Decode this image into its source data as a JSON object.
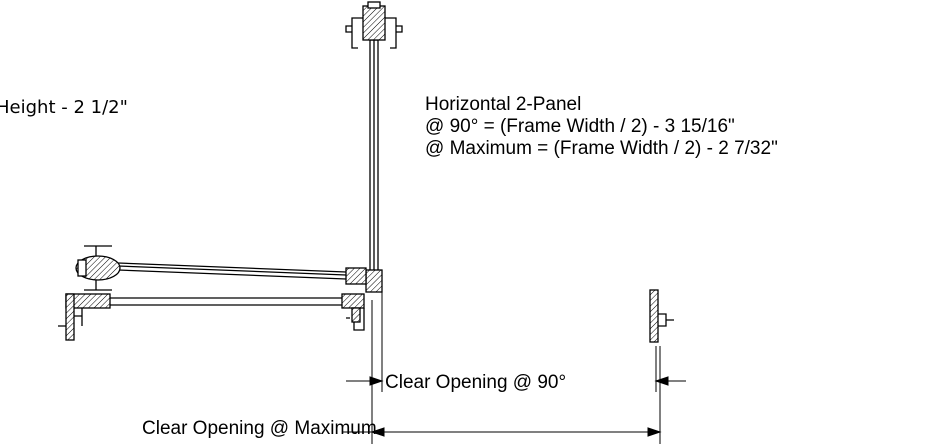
{
  "notes": {
    "left_fragment": "Height - 2 1/2\"",
    "right": {
      "title": "Horizontal 2-Panel",
      "line_90": "@ 90° = (Frame Width / 2) - 3 15/16\"",
      "line_max": "@ Maximum = (Frame Width / 2) - 2 7/32\""
    }
  },
  "dimensions": {
    "clear_opening_90": "Clear Opening @ 90°",
    "clear_opening_max": "Clear Opening @ Maximum"
  },
  "colors": {
    "ink": "#000000",
    "background": "#ffffff",
    "hatch_fill": "#d9d9d9"
  }
}
